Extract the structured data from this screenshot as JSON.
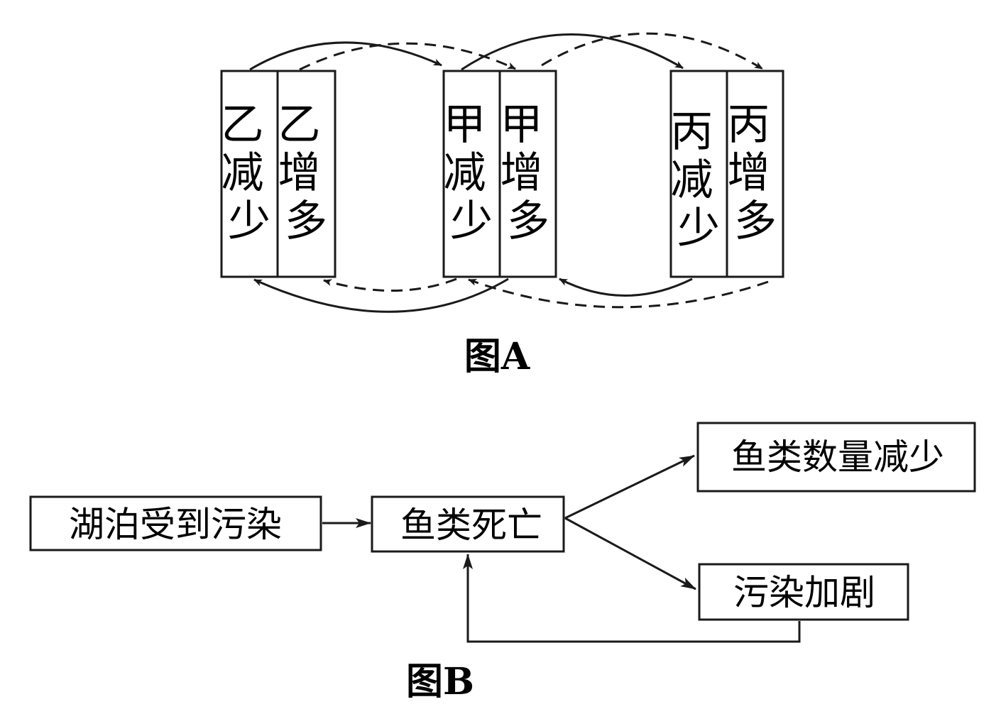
{
  "figureA": {
    "caption": "图A",
    "boxes": [
      {
        "left": "乙减少",
        "right": "乙增多"
      },
      {
        "left": "甲减少",
        "right": "甲增多"
      },
      {
        "left": "丙减少",
        "right": "丙增多"
      }
    ]
  },
  "figureB": {
    "caption": "图B",
    "nodes": {
      "source": "湖泊受到污染",
      "center": "鱼类死亡",
      "top": "鱼类数量减少",
      "bottom": "污染加剧"
    }
  },
  "colors": {
    "line": "#1a1a1a",
    "background": "#ffffff"
  }
}
